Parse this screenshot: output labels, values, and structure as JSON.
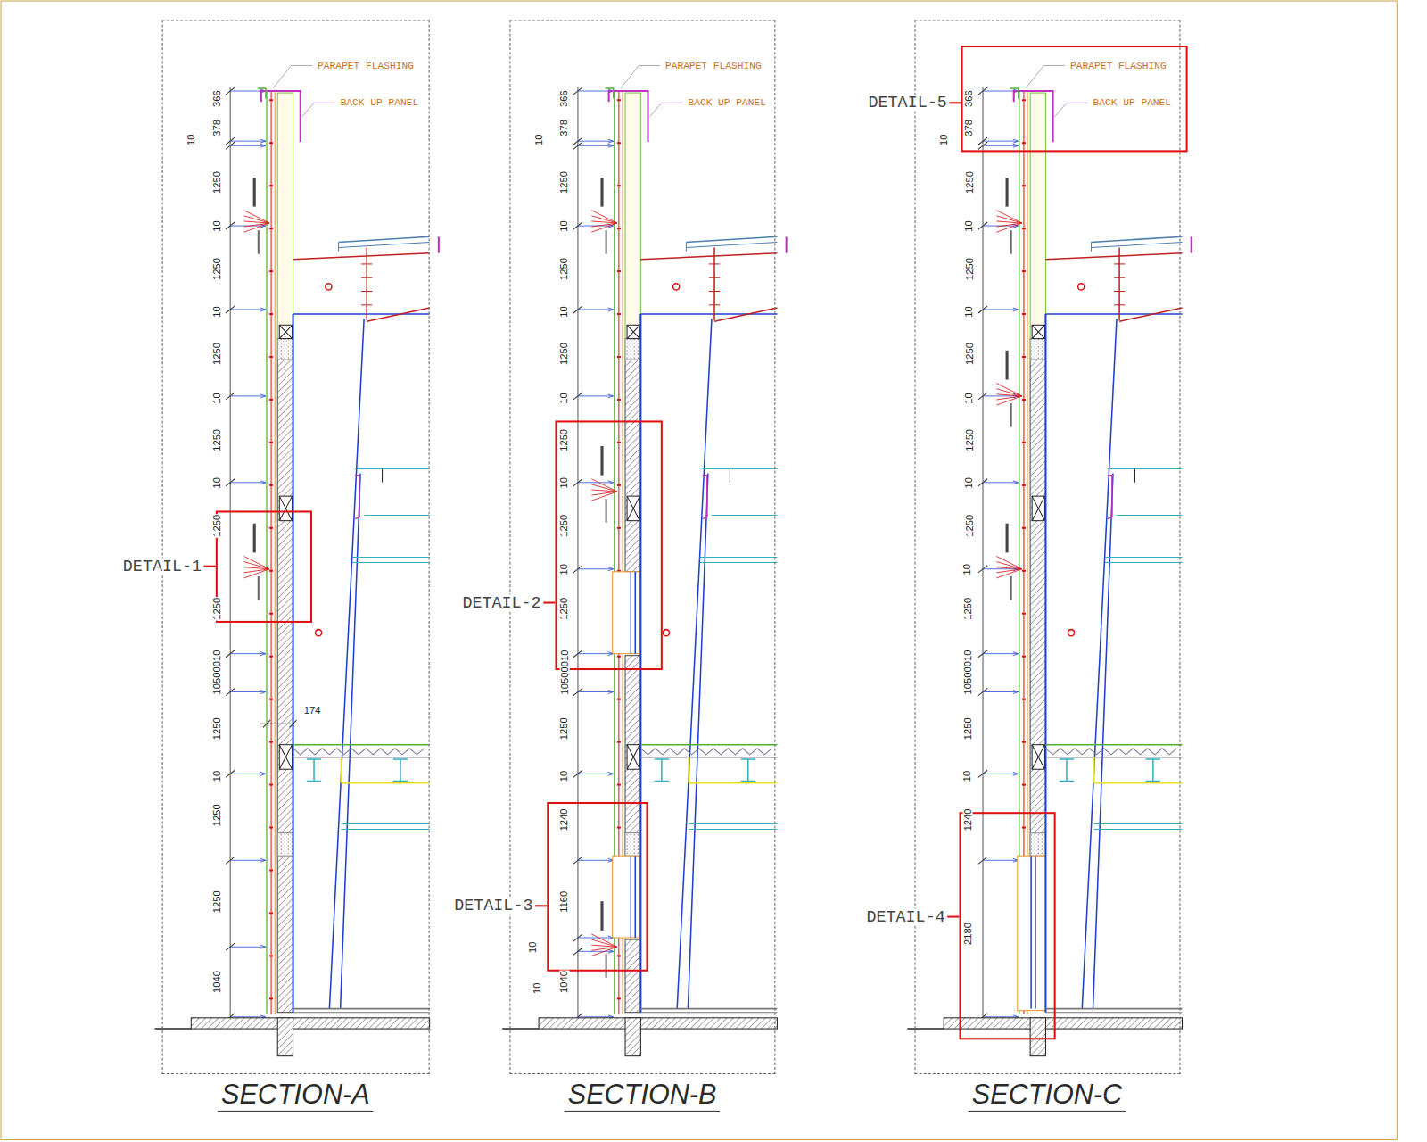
{
  "diagram": {
    "nodes": [
      {
        "text": [
          "SECTION-A"
        ]
      },
      {
        "text": [
          "DETAIL-1"
        ],
        "in": 0
      },
      {
        "text": [
          "SECTION-B"
        ]
      },
      {
        "text": [
          "DETAIL-2"
        ],
        "in": 2
      },
      {
        "text": [
          "DETAIL-3"
        ],
        "in": 2
      },
      {
        "text": [
          "SECTION-C"
        ]
      },
      {
        "text": [
          "DETAIL-5"
        ],
        "in": 5
      },
      {
        "text": [
          "DETAIL-4"
        ],
        "in": 5
      }
    ],
    "labels": [
      "PARAPET FLASHING",
      "BACK UP PANEL",
      "366",
      "378",
      "10",
      "1250",
      "10",
      "1250",
      "10",
      "1250",
      "10",
      "1250",
      "10",
      "1250",
      "1250",
      "10500010",
      "1250",
      "10",
      "1250",
      "1250",
      "1040",
      "174",
      "PARAPET FLASHING",
      "BACK UP PANEL",
      "366",
      "378",
      "10",
      "1250",
      "10",
      "1250",
      "10",
      "1250",
      "10",
      "1250",
      "10",
      "1250",
      "10",
      "1250",
      "10500010",
      "1250",
      "10",
      "1240",
      "1160",
      "10",
      "10",
      "1040",
      "PARAPET FLASHING",
      "BACK UP PANEL",
      "366",
      "378",
      "10",
      "1250",
      "10",
      "1250",
      "10",
      "1250",
      "10",
      "1250",
      "10",
      "1250",
      "10",
      "1250",
      "10500010",
      "1250",
      "10",
      "1240",
      "2180"
    ]
  }
}
